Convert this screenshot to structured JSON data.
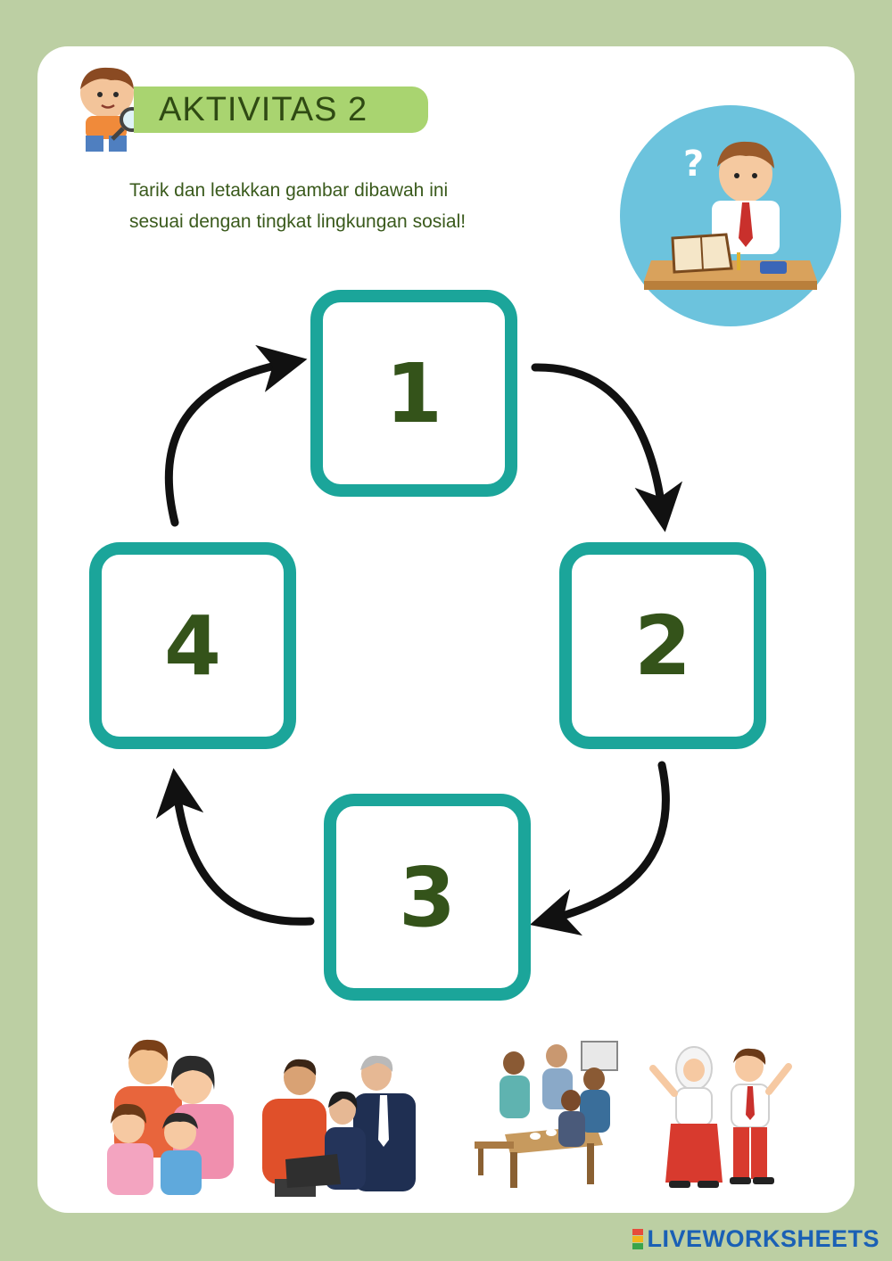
{
  "header": {
    "title": "AKTIVITAS 2"
  },
  "instruction": {
    "line1": "Tarik dan letakkan gambar dibawah ini",
    "line2": "sesuai dengan tingkat lingkungan sosial!"
  },
  "drop_boxes": [
    {
      "number": "1"
    },
    {
      "number": "2"
    },
    {
      "number": "3"
    },
    {
      "number": "4"
    }
  ],
  "draggable_pictures": [
    {
      "icon": "family-picture"
    },
    {
      "icon": "office-workers-picture"
    },
    {
      "icon": "villagers-picture"
    },
    {
      "icon": "school-children-picture"
    }
  ],
  "footer": {
    "brand": "LIVEWORKSHEETS"
  },
  "colors": {
    "page_background": "#bccfa3",
    "title_bar": "#a9d470",
    "box_border": "#1ba59a",
    "number_text": "#34531a",
    "brand": "#1a60b5"
  }
}
